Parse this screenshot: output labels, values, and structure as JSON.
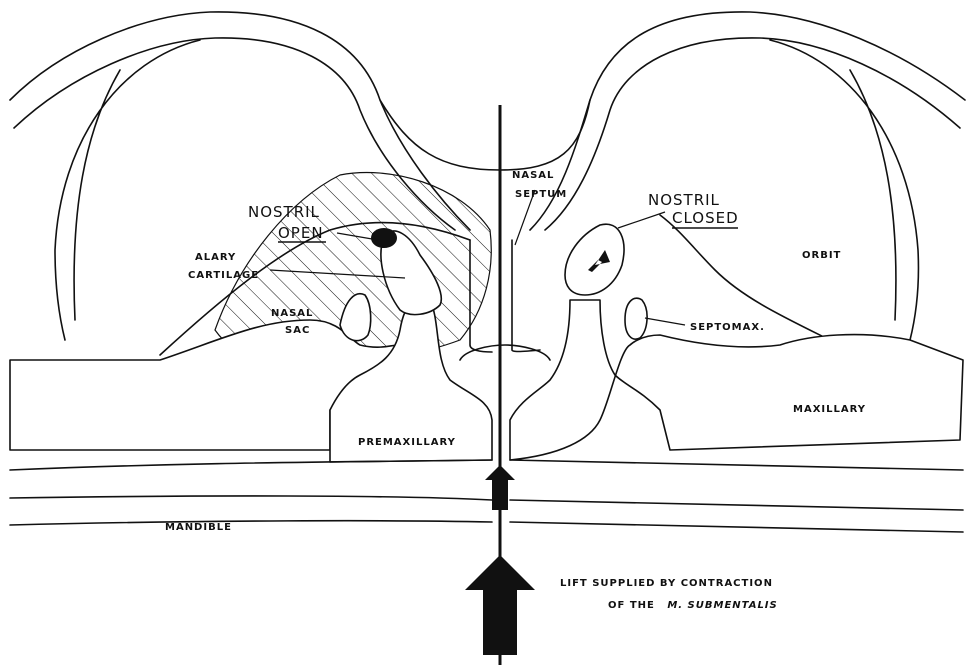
{
  "labels": {
    "nasal_septum_1": "NASAL",
    "nasal_septum_2": "SEPTUM",
    "nostril_left": "NOSTRIL",
    "open": "OPEN",
    "nostril_right": "NOSTRIL",
    "closed": "CLOSED",
    "alary_1": "ALARY",
    "alary_2": "CARTILAGE",
    "orbit": "ORBIT",
    "nasal_sac_1": "NASAL",
    "nasal_sac_2": "SAC",
    "septomax": "SEPTOMAX.",
    "maxillary": "MAXILLARY",
    "premaxillary": "PREMAXILLARY",
    "mandible": "MANDIBLE",
    "lift_1": "LIFT SUPPLIED BY CONTRACTION",
    "lift_2a": "OF THE",
    "lift_2b": "M. SUBMENTALIS"
  },
  "colors": {
    "ink": "#111111",
    "paper": "#ffffff"
  }
}
